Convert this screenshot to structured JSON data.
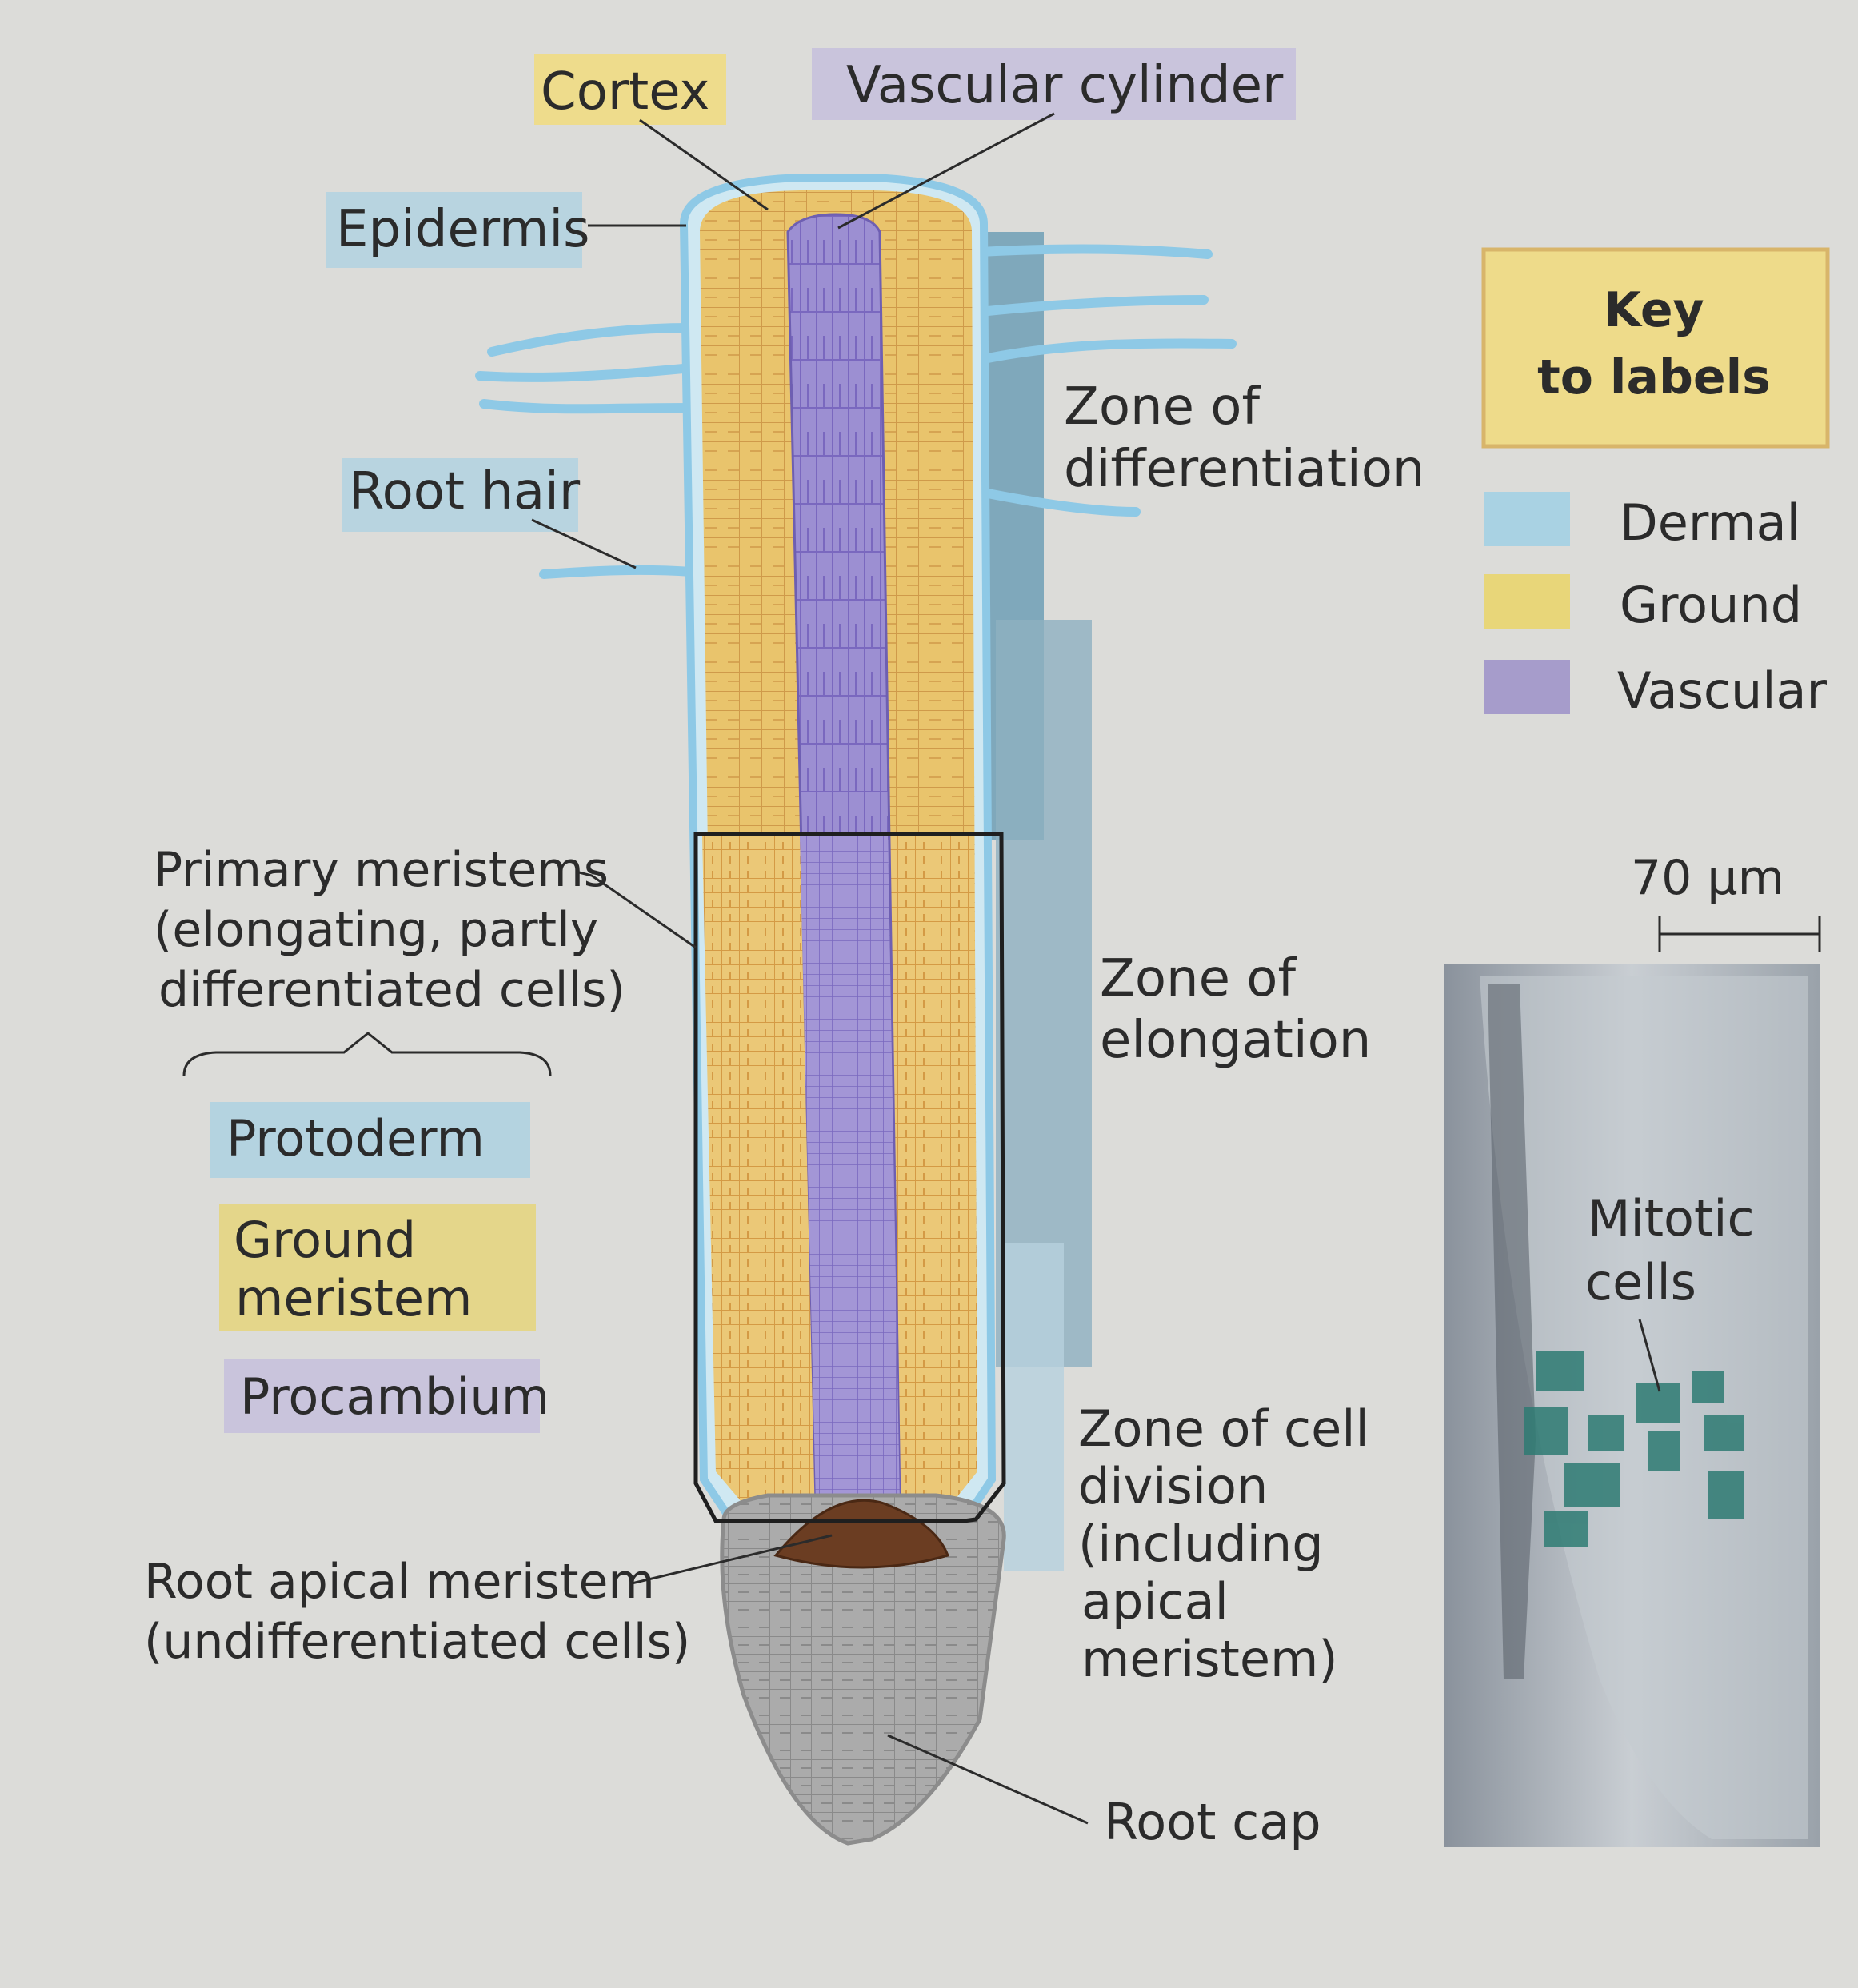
{
  "labels": {
    "cortex": "Cortex",
    "vascular_cylinder": "Vascular cylinder",
    "epidermis": "Epidermis",
    "root_hair": "Root hair",
    "primary_meristems": [
      "Primary meristems",
      "(elongating, partly",
      "differentiated cells)"
    ],
    "protoderm": "Protoderm",
    "ground_meristem": [
      "Ground",
      "meristem"
    ],
    "procambium": "Procambium",
    "root_apical_meristem": [
      "Root apical meristem",
      "(undifferentiated cells)"
    ],
    "zone_differentiation": [
      "Zone of",
      "differentiation"
    ],
    "zone_elongation": [
      "Zone of",
      "elongation"
    ],
    "zone_cell_division": [
      "Zone of cell",
      "division",
      "(including",
      "apical",
      "meristem)"
    ],
    "root_cap": "Root cap"
  },
  "key": {
    "title": [
      "Key",
      "to labels"
    ],
    "items": [
      {
        "label": "Dermal",
        "color": "#a9d2e3"
      },
      {
        "label": "Ground",
        "color": "#e8d679"
      },
      {
        "label": "Vascular",
        "color": "#a69ccb"
      }
    ]
  },
  "micrograph": {
    "scale_label": "70 µm",
    "annotation": [
      "Mitotic",
      "cells"
    ]
  },
  "colors": {
    "dermal": "#a9d2e3",
    "ground": "#e8d679",
    "vascular": "#a69ccb",
    "cortex_fill": "#e8c46a",
    "vascular_fill": "#9a8bd0",
    "epidermis_line": "#8ec9e6",
    "apical_meristem": "#6b3d22",
    "root_cap": "#a9a9a9",
    "zone_bar": "#7fa7bb"
  }
}
